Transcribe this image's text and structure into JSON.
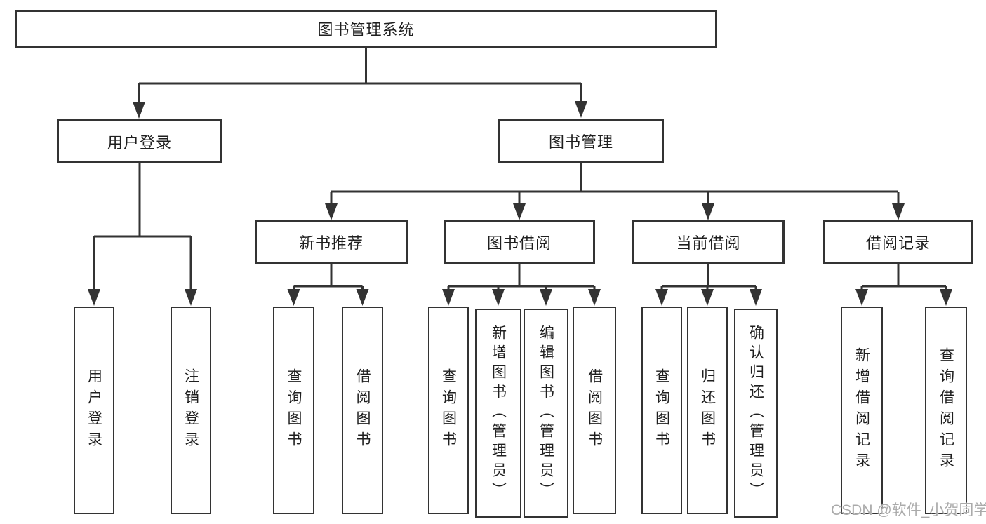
{
  "tree": {
    "label": "图书管理系统",
    "children": [
      {
        "label": "用户登录",
        "children": [
          {
            "label": "用户登录"
          },
          {
            "label": "注销登录"
          }
        ]
      },
      {
        "label": "图书管理",
        "children": [
          {
            "label": "新书推荐",
            "children": [
              {
                "label": "查询图书"
              },
              {
                "label": "借阅图书"
              }
            ]
          },
          {
            "label": "图书借阅",
            "children": [
              {
                "label": "查询图书"
              },
              {
                "label": "新增图书（管理员）"
              },
              {
                "label": "编辑图书（管理员）"
              },
              {
                "label": "借阅图书"
              }
            ]
          },
          {
            "label": "当前借阅",
            "children": [
              {
                "label": "查询图书"
              },
              {
                "label": "归还图书"
              },
              {
                "label": "确认归还（管理员）"
              }
            ]
          },
          {
            "label": "借阅记录",
            "children": [
              {
                "label": "新增借阅记录"
              },
              {
                "label": "查询借阅记录"
              }
            ]
          }
        ]
      }
    ]
  },
  "watermark": {
    "text": "CSDN @软件_小贺同学"
  },
  "colors": {
    "line": "#333333",
    "box_border": "#333333",
    "text": "#1f1f1f",
    "watermark": "#aaaaaa",
    "background": "#ffffff"
  }
}
